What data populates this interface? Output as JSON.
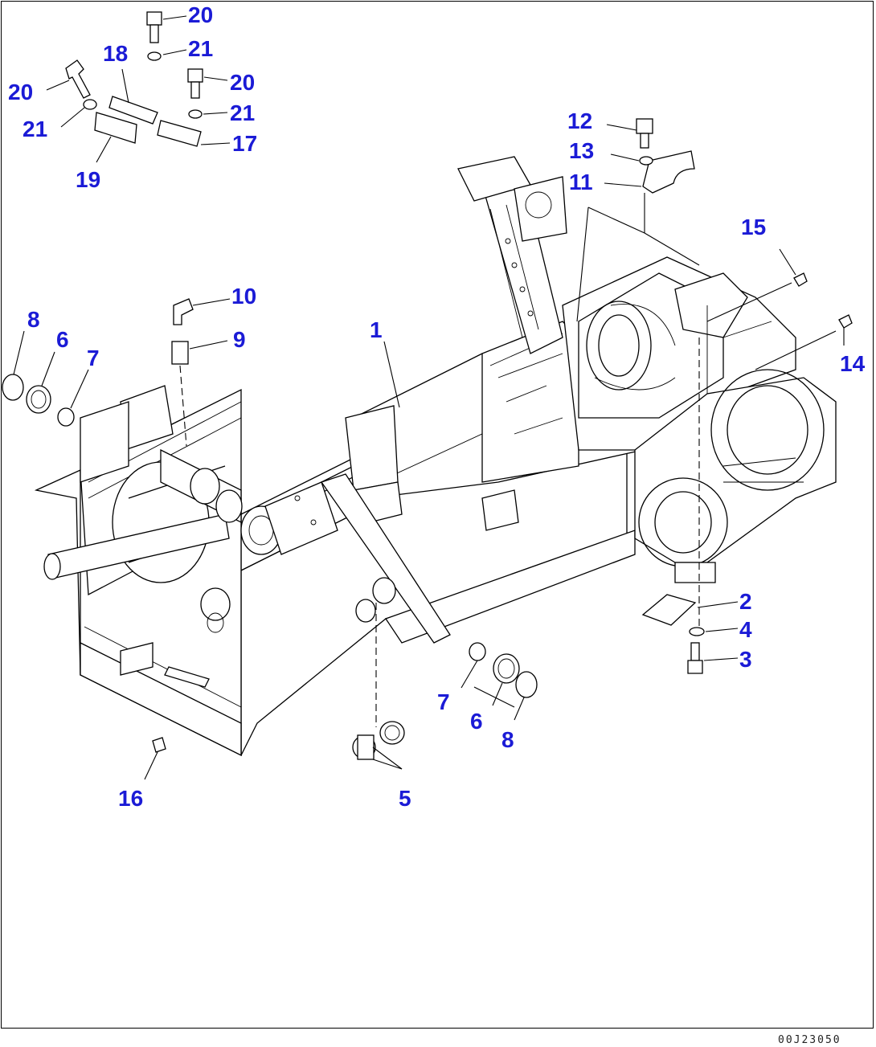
{
  "drawing_code": "00J23050",
  "callouts": {
    "c1": "1",
    "c2": "2",
    "c3": "3",
    "c4": "4",
    "c5": "5",
    "c6a": "6",
    "c6b": "6",
    "c7a": "7",
    "c7b": "7",
    "c8a": "8",
    "c8b": "8",
    "c9": "9",
    "c10": "10",
    "c11": "11",
    "c12": "12",
    "c13": "13",
    "c14": "14",
    "c15": "15",
    "c16": "16",
    "c17": "17",
    "c18": "18",
    "c19": "19",
    "c20a": "20",
    "c20b": "20",
    "c20c": "20",
    "c21a": "21",
    "c21b": "21",
    "c21c": "21"
  },
  "colors": {
    "callout": "#1b1bd6",
    "line": "#000000",
    "background": "#ffffff"
  }
}
